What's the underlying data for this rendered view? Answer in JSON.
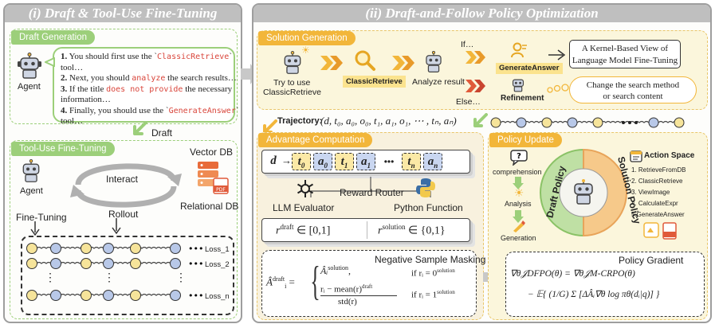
{
  "left_panel": {
    "title": "(i) Draft & Tool-Use Fine-Tuning",
    "draft_generation": {
      "tag": "Draft Generation",
      "agent_label": "Agent",
      "bubble_lines": [
        {
          "num": "1.",
          "pre": " You should first use the `",
          "hl": "ClassicRetrieve",
          "post": "`"
        },
        {
          "num": "",
          "pre": "tool…",
          "hl": "",
          "post": ""
        },
        {
          "num": "2.",
          "pre": " Next, you should ",
          "hl": "analyze",
          "post": " the search results…"
        },
        {
          "num": "3.",
          "pre": " If the title ",
          "hl": "does not provide",
          "post": " the necessary"
        },
        {
          "num": "",
          "pre": "information…",
          "hl": "",
          "post": ""
        },
        {
          "num": "4.",
          "pre": " Finally, you should use the `",
          "hl": "GenerateAnswer",
          "post": "`"
        },
        {
          "num": "",
          "pre": "tool…",
          "hl": "",
          "post": ""
        }
      ],
      "draft_label": "Draft"
    },
    "tool_use": {
      "tag": "Tool-Use Fine-Tuning",
      "agent_label": "Agent",
      "interact_label": "Interact",
      "rollout_label": "Rollout",
      "vector_db_label": "Vector DB",
      "relational_db_label": "Relational DB",
      "fine_tuning_label": "Fine-Tuning",
      "loss_labels": [
        "Loss_1",
        "Loss_2",
        "Loss_n"
      ],
      "ellipsis": "•••",
      "vdots": "⋮"
    }
  },
  "right_panel": {
    "title": "(ii) Draft-and-Follow Policy Optimization",
    "solution_generation": {
      "tag": "Solution Generation",
      "try_label_1": "Try to use",
      "try_label_2": "ClassicRetrieve",
      "classic_chip": "ClassicRetrieve",
      "analyze_label": "Analyze result",
      "if_label": "If…",
      "else_label": "Else…",
      "generate_chip": "GenerateAnswer",
      "refinement_label": "Refinement",
      "answer_box_lines": [
        "A Kernel-Based View of",
        "Language Model Fine-Tuning"
      ],
      "change_cloud_lines": [
        "Change the search method",
        "or search content"
      ]
    },
    "trajectory": {
      "label": "Trajectory:",
      "formula": "(d, t₀, a₀, o₀, t₁, a₁, o₁, ⋯ , tₙ, aₙ)"
    },
    "advantage": {
      "tag": "Advantage Computation",
      "tokens": [
        {
          "sym": "d",
          "kind": "d"
        },
        {
          "sym": "t",
          "sub": "0",
          "kind": "t"
        },
        {
          "sym": "a",
          "sub": "0",
          "kind": "a"
        },
        {
          "sym": "t",
          "sub": "1",
          "kind": "t"
        },
        {
          "sym": "a",
          "sub": "1",
          "kind": "a"
        },
        {
          "sym": "•••",
          "kind": "dots"
        },
        {
          "sym": "t",
          "sub": "n",
          "kind": "t"
        },
        {
          "sym": "a",
          "sub": "n",
          "kind": "a"
        }
      ],
      "reward_router": "Reward Router",
      "llm_evaluator": "LLM Evaluator",
      "python_function": "Python Function",
      "r_draft": "r",
      "r_draft_sup": "draft",
      "r_draft_range": " ∈ [0,1]",
      "r_solution": "r",
      "r_solution_sup": "solution",
      "r_solution_range": " ∈ {0,1}",
      "masking_title": "Negative Sample Masking",
      "masking_lhs": "Â",
      "masking_lhs_sup": "draft",
      "masking_lhs_sub": "i",
      "masking_case1": "Âᵢ",
      "masking_case1_sup": "solution",
      "masking_case1_cond": "if  rᵢ = 0",
      "masking_case1_cond_sup": "solution",
      "masking_case2_num": "rᵢ − mean(r)",
      "masking_case2_num_sup": "draft",
      "masking_case2_den": "std(r)",
      "masking_case2_cond": "if  rᵢ = 1",
      "masking_case2_cond_sup": "solution"
    },
    "policy_update": {
      "tag": "Policy Update",
      "steps": [
        "comprehension",
        "Analysis",
        "Generation"
      ],
      "draft_policy": "Draft Policy",
      "solution_policy": "Solution Policy",
      "action_space_title": "Action Space",
      "actions": [
        "1. RetrieveFromDB",
        "2. ClassicRetrieve",
        "3. ViewImage",
        "4. CalculateExpr",
        "5.GenerateAnswer"
      ],
      "gradient_title": "Policy Gradient",
      "gradient_line1": "∇θ𝒥DFPO(θ) = ∇θ𝒥M-CRPO(θ)",
      "gradient_line2": "− 𝔼{ (1/G) Σ [ΔÂᵢ∇θ log πθ(dᵢ|q)] }"
    }
  },
  "colors": {
    "green": "#9ccf7a",
    "orange": "#f2b63a",
    "node_yellow": "#f6e49a",
    "node_blue": "#b8c8e8",
    "highlight_red": "#d9453b"
  }
}
